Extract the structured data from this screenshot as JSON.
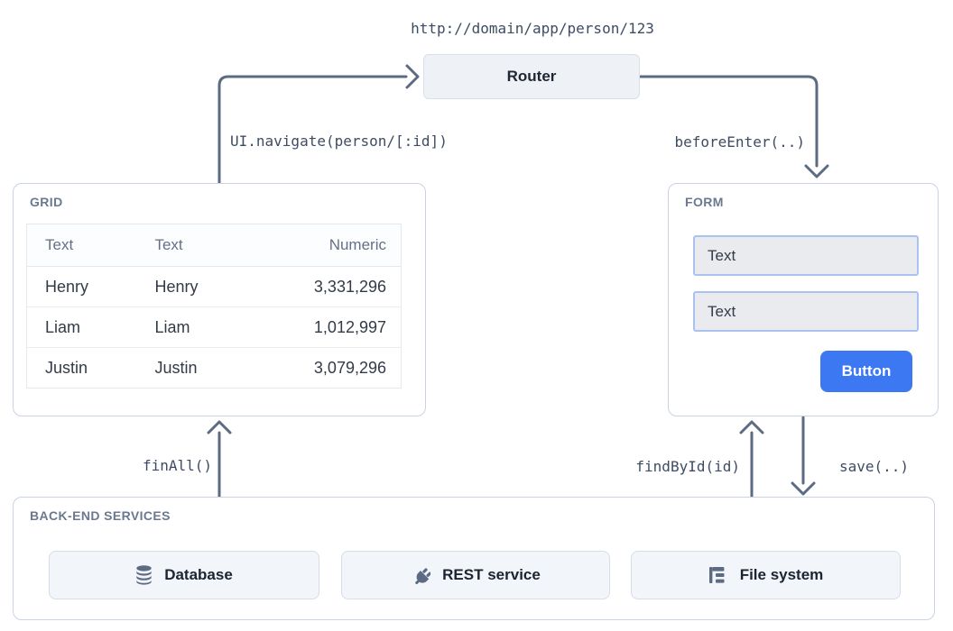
{
  "diagram": {
    "url_label": "http://domain/app/person/123",
    "router": {
      "label": "Router"
    },
    "edges": {
      "navigate": "UI.navigate(person/[:id])",
      "before_enter": "beforeEnter(..)",
      "fin_all": "finAll()",
      "find_by_id": "findById(id)",
      "save": "save(..)"
    },
    "grid": {
      "title": "GRID",
      "table": {
        "columns": [
          "Text",
          "Text",
          "Numeric"
        ],
        "rows": [
          [
            "Henry",
            "Henry",
            "3,331,296"
          ],
          [
            "Liam",
            "Liam",
            "1,012,997"
          ],
          [
            "Justin",
            "Justin",
            "3,079,296"
          ]
        ]
      }
    },
    "form": {
      "title": "FORM",
      "fields": [
        {
          "value": "Text"
        },
        {
          "value": "Text"
        }
      ],
      "button_label": "Button"
    },
    "backend": {
      "title": "BACK-END SERVICES",
      "services": [
        {
          "icon": "database-icon",
          "label": "Database"
        },
        {
          "icon": "plug-icon",
          "label": "REST service"
        },
        {
          "icon": "file-tree-icon",
          "label": "File system"
        }
      ]
    },
    "colors": {
      "accent_blue": "#3b78f2",
      "arrow": "#5c6b84",
      "panel_border": "#c9d3e2",
      "input_border": "#a9c2ef"
    }
  }
}
